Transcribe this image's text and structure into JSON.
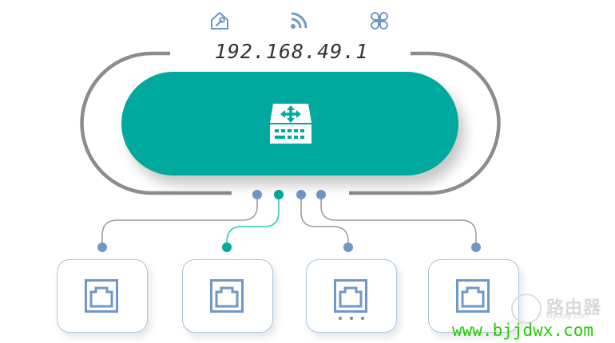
{
  "device": {
    "ip_address": "192.168.49.1"
  },
  "top_actions": [
    {
      "name": "settings-home",
      "icon": "home-wrench-icon"
    },
    {
      "name": "wifi",
      "icon": "wifi-icon"
    },
    {
      "name": "apps",
      "icon": "clover-apps-icon"
    }
  ],
  "router": {
    "icon": "router-switch-icon",
    "color": "#00a99d"
  },
  "ports": [
    {
      "id": "port-1",
      "active": false
    },
    {
      "id": "port-2",
      "active": true
    },
    {
      "id": "port-3",
      "active": false,
      "more_indicator": "..."
    },
    {
      "id": "port-4",
      "active": false
    }
  ],
  "colors": {
    "accent": "#00a99d",
    "inactive_port": "#6f97c9",
    "active_wire": "#2bc6b6"
  },
  "watermark": {
    "brand_cn": "路由器",
    "brand_sub": "luyouqi.com",
    "url": "www.bjjdwx.com"
  }
}
